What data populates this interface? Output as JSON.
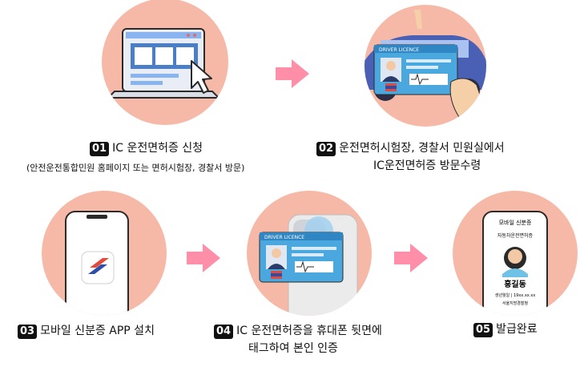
{
  "colors": {
    "circle": "#f7b9a7",
    "arrow": "#ff8fa8",
    "laptop": "#4a7fc8",
    "car": "#4960b5",
    "card": "#4aa8de"
  },
  "steps": [
    {
      "num": "01",
      "title": "IC 운전면허증 신청",
      "sub": "(안전운전통합민원 홈페이지 또는 면허시험장, 경찰서 방문)"
    },
    {
      "num": "02",
      "title": "운전면허시험장, 경찰서 민원실에서",
      "title2": "IC운전면허증 방문수령"
    },
    {
      "num": "03",
      "title": "모바일 신분증 APP 설치"
    },
    {
      "num": "04",
      "title": "IC 운전면허증을 휴대폰 뒷면에",
      "title2": "태그하여 본인 인증"
    },
    {
      "num": "05",
      "title": "발급완료"
    }
  ],
  "card": {
    "label": "DRIVER LICENCE"
  },
  "mobile_id": {
    "header": "모바일 신분증",
    "type": "자동차운전면허증",
    "name": "홍길동",
    "birth": "생년월일 | 19xx.xx.xx",
    "issuer": "서울지방경찰청"
  }
}
